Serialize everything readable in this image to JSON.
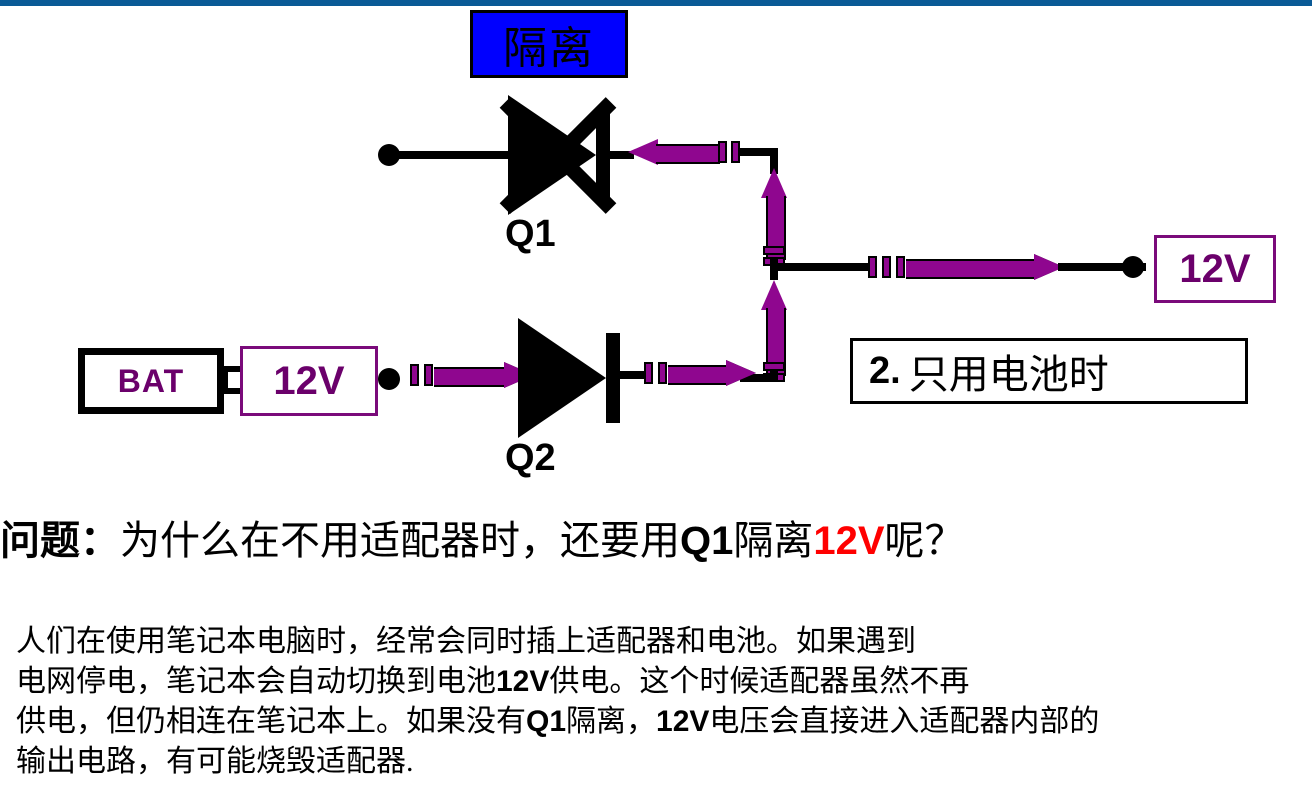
{
  "page": {
    "top_bar_color": "#0a5a96",
    "background": "#ffffff"
  },
  "palette": {
    "current_purple": "#8f068f",
    "label_purple": "#6b006b",
    "isolation_blue": "#0000ff",
    "highlight_red": "#ff0000",
    "wire_black": "#000000"
  },
  "diagram": {
    "isolation_badge": {
      "label": "隔离"
    },
    "components": [
      {
        "id": "Q1",
        "label": "Q1",
        "type": "diode",
        "state": "blocked"
      },
      {
        "id": "Q2",
        "label": "Q2",
        "type": "diode",
        "state": "conducting"
      }
    ],
    "battery": {
      "label": "BAT",
      "voltage_label": "12V"
    },
    "output": {
      "voltage_label": "12V"
    },
    "caption": {
      "number": "2.",
      "text": "只用电池时"
    }
  },
  "question": {
    "lead": "问题：",
    "part1": "为什么在不用适配器时，还要用",
    "component": "Q1",
    "part2": "隔离",
    "highlight": "12V",
    "part3": "呢？"
  },
  "body": {
    "line1": "人们在使用笔记本电脑时，经常会同时插上适配器和电池。如果遇到",
    "line2_a": "电网停电，笔记本会自动切换到电池",
    "line2_b": "12V",
    "line2_c": "供电。这个时候适配器虽然不再",
    "line3_a": "供电，但仍相连在笔记本上。如果没有",
    "line3_b": "Q1",
    "line3_c": "隔离，",
    "line3_d": "12V",
    "line3_e": "电压会直接进入适配器内部的",
    "line4": "输出电路，有可能烧毁适配器."
  }
}
